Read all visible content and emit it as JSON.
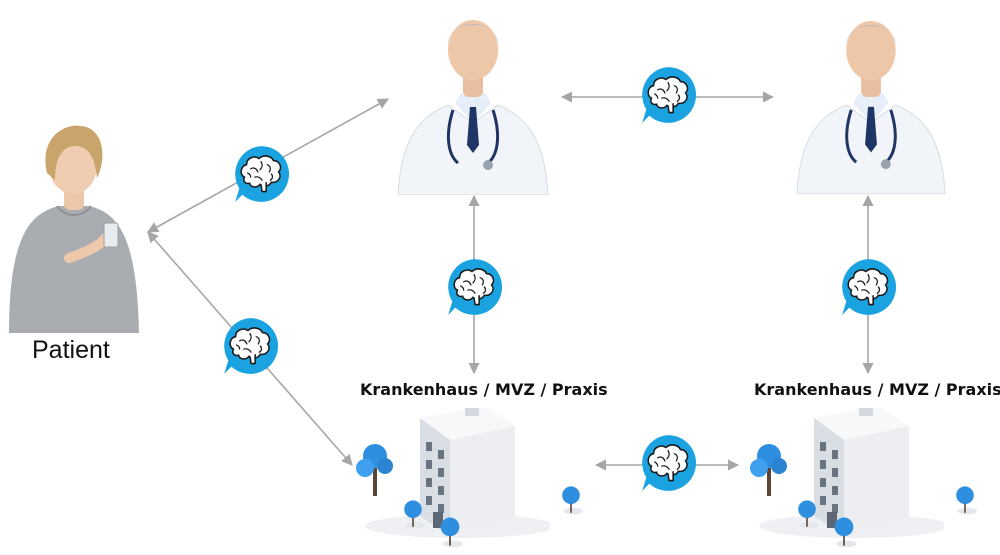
{
  "patient_label": "Patient",
  "hospital_labels": [
    "Krankenhaus / MVZ / Praxis",
    "Krankenhaus / MVZ / Praxis"
  ],
  "icons": {
    "brain": "brain-speech-bubble-icon",
    "patient": "patient-with-phone",
    "doctor": "doctor",
    "building": "hospital-building",
    "tree": "tree"
  },
  "colors": {
    "bubble": "#1aa3e0",
    "arrow": "#a6a6a6",
    "tree": "#2e8fe0",
    "coat": "#f1f4f8",
    "building": "#e6e9ee"
  }
}
